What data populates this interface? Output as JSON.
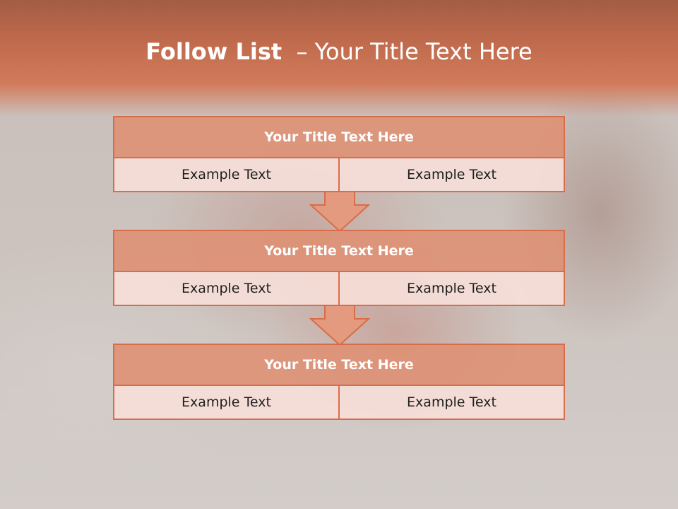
{
  "title": {
    "bold": "Follow List",
    "rest": "– Your Title Text Here"
  },
  "steps": [
    {
      "title": "Your Title Text Here",
      "left": "Example Text",
      "right": "Example Text"
    },
    {
      "title": "Your Title Text Here",
      "left": "Example Text",
      "right": "Example Text"
    },
    {
      "title": "Your Title Text Here",
      "left": "Example Text",
      "right": "Example Text"
    }
  ],
  "colors": {
    "accent": "#d86d4a",
    "header_fill": "#de9174",
    "cell_fill": "#f6ded8",
    "banner": "#c06a4d"
  }
}
